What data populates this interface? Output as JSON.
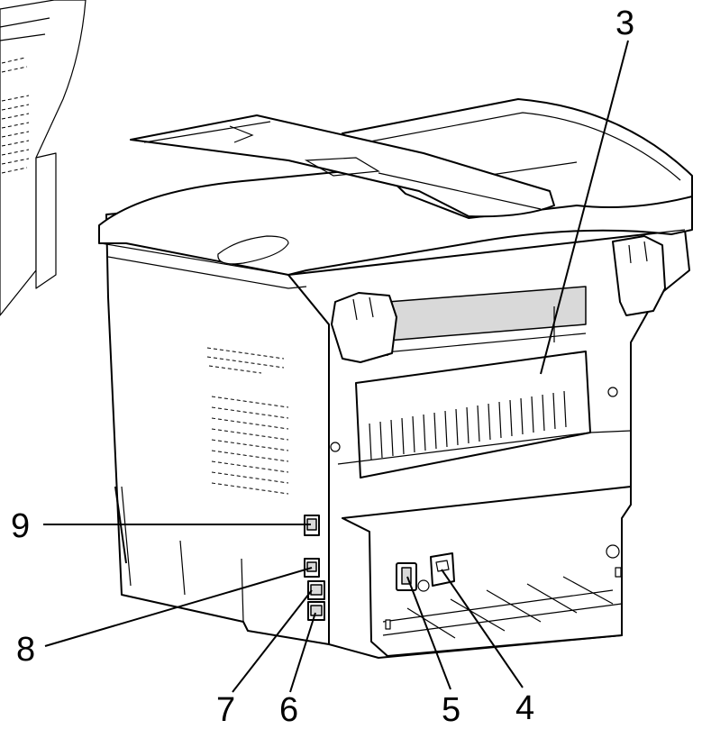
{
  "callouts": [
    {
      "id": "3",
      "label": "3"
    },
    {
      "id": "4",
      "label": "4"
    },
    {
      "id": "5",
      "label": "5"
    },
    {
      "id": "6",
      "label": "6"
    },
    {
      "id": "7",
      "label": "7"
    },
    {
      "id": "8",
      "label": "8"
    },
    {
      "id": "9",
      "label": "9"
    }
  ]
}
